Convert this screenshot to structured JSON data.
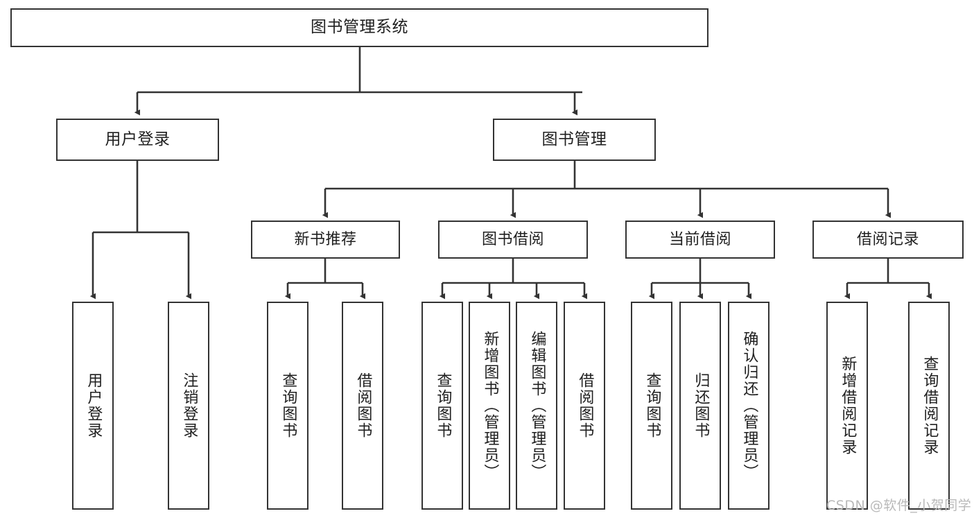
{
  "diagram": {
    "type": "tree",
    "orientation": "top-down",
    "style": {
      "box_border_color": "#333333",
      "box_fill_color": "#ffffff",
      "edge_color": "#333333",
      "text_color": "#1f1f1f",
      "background": "#ffffff",
      "watermark_color": "#b9b9b9"
    },
    "root": {
      "label": "图书管理系统"
    },
    "level2": [
      {
        "label": "用户登录"
      },
      {
        "label": "图书管理"
      }
    ],
    "level3": [
      {
        "label": "新书推荐"
      },
      {
        "label": "图书借阅"
      },
      {
        "label": "当前借阅"
      },
      {
        "label": "借阅记录"
      }
    ],
    "leaves": {
      "user_login": [
        {
          "label": "用户登录"
        },
        {
          "label": "注销登录"
        }
      ],
      "new_book_recommend": [
        {
          "label": "查询图书"
        },
        {
          "label": "借阅图书"
        }
      ],
      "book_borrow": [
        {
          "label": "查询图书"
        },
        {
          "label": "新增图书（管理员）"
        },
        {
          "label": "编辑图书（管理员）"
        },
        {
          "label": "借阅图书"
        }
      ],
      "current_borrow": [
        {
          "label": "查询图书"
        },
        {
          "label": "归还图书"
        },
        {
          "label": "确认归还（管理员）"
        }
      ],
      "borrow_record": [
        {
          "label": "新增借阅记录"
        },
        {
          "label": "查询借阅记录"
        }
      ]
    },
    "watermark": "CSDN @软件_小贺同学"
  }
}
